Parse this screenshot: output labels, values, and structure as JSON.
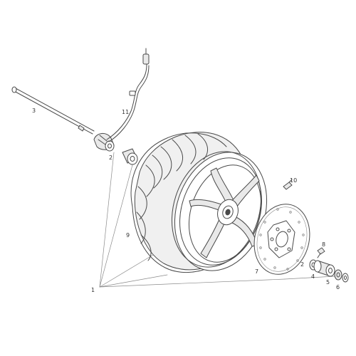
{
  "colors": {
    "ink": "#4a4a4a",
    "lightInk": "#8a8a8a",
    "fill": "#e9e9e9"
  },
  "callouts": {
    "c1": "1",
    "c2": "2",
    "c3": "3",
    "c4": "4",
    "c5": "5",
    "c6": "6",
    "c7": "7",
    "c8": "8",
    "c9": "9",
    "c10": "10",
    "c11": "11"
  }
}
